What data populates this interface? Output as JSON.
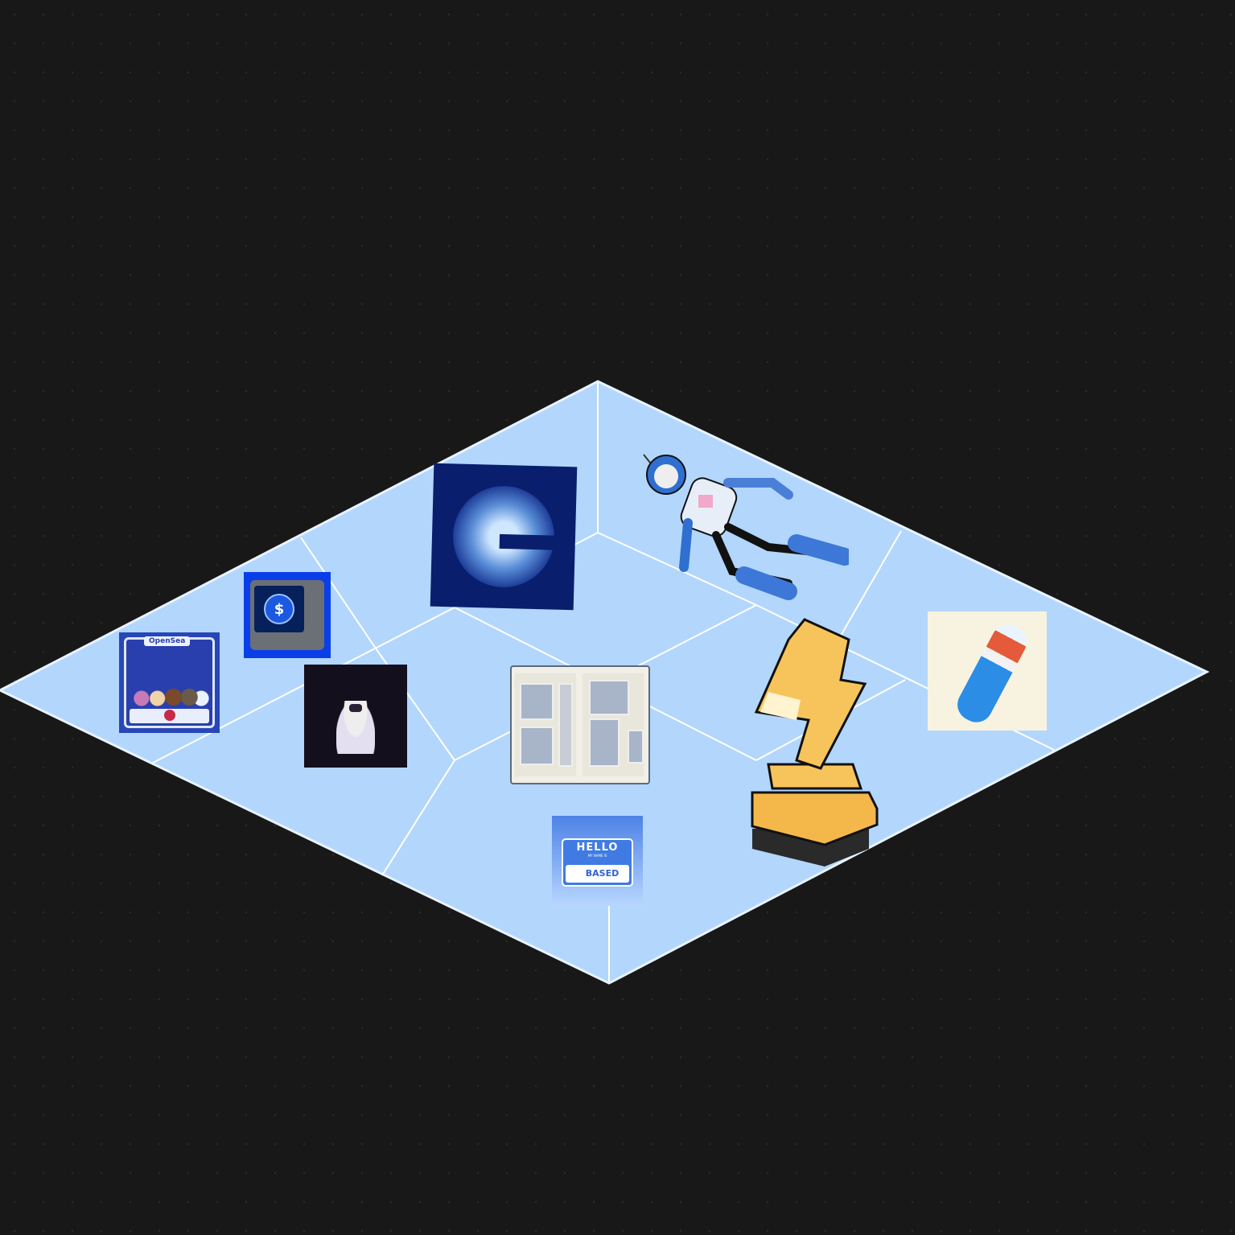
{
  "room": {
    "floor_color": "#b3d6fd",
    "grid_color": "#ffffff",
    "background": "#181818"
  },
  "items": {
    "opensea": {
      "label": "OpenSea"
    },
    "usdc": {
      "icon": "dollar-coin-icon",
      "symbol": "$"
    },
    "hello": {
      "title": "HELLO",
      "subtitle": "MY NAME IS",
      "name": "BASED"
    }
  }
}
